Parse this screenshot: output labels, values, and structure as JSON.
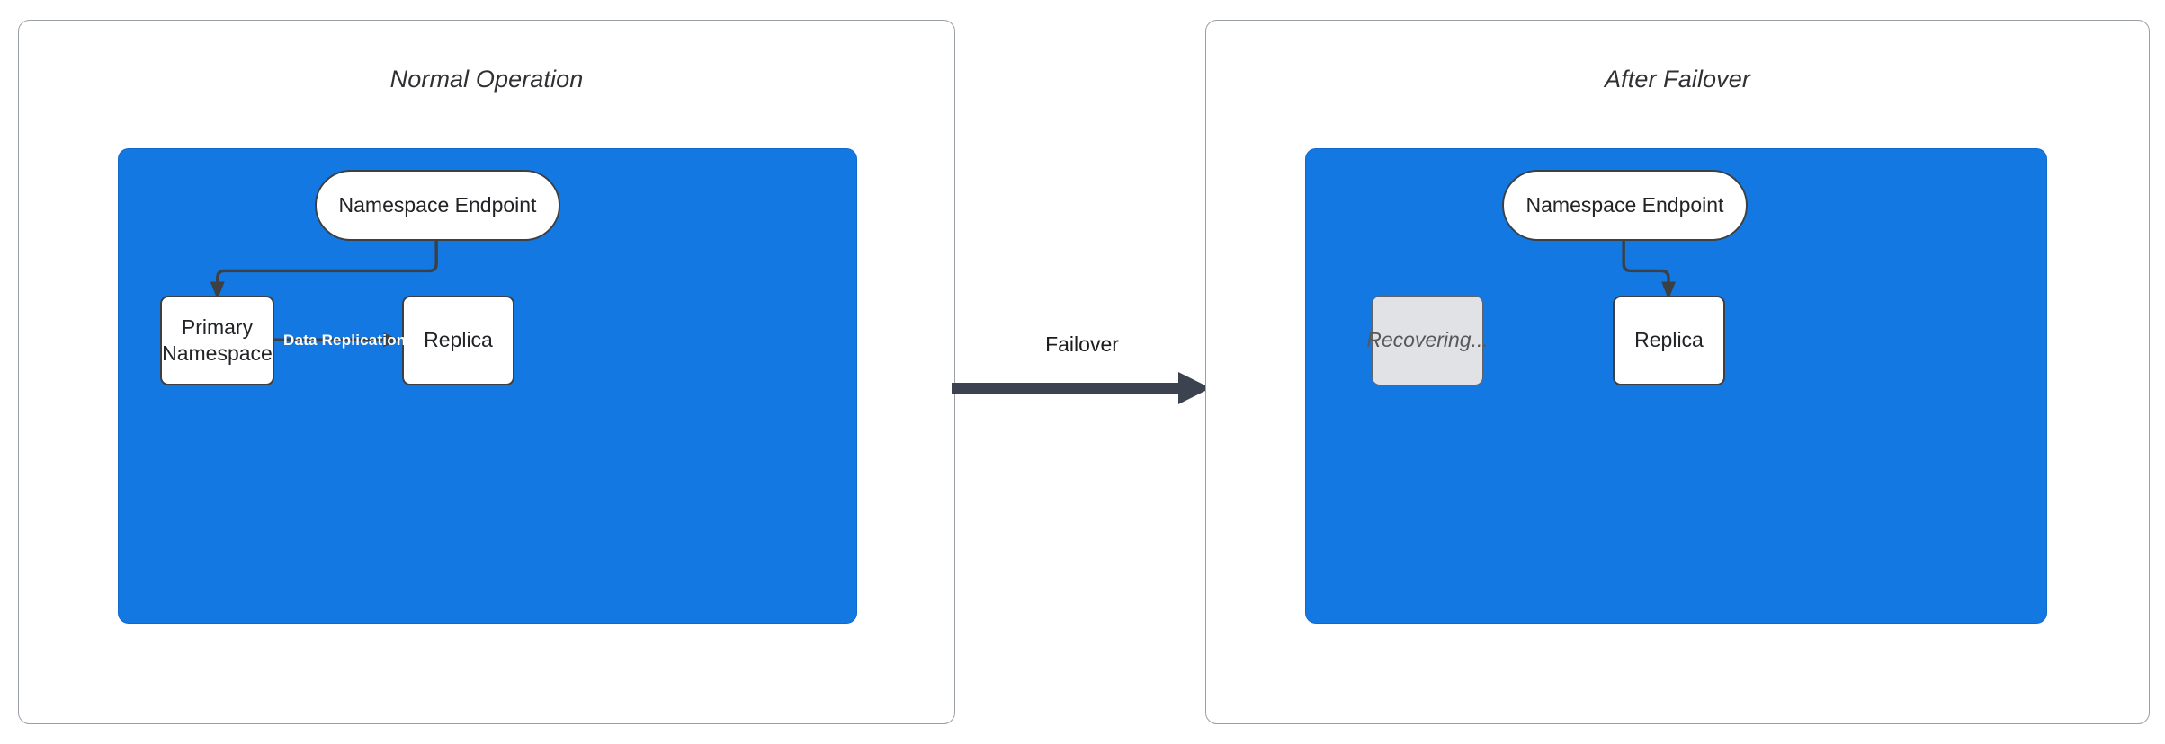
{
  "diagram": {
    "type": "flowchart",
    "background_color": "#ffffff",
    "accent_color": "#1478e3",
    "stroke_color": "#3c4043",
    "ghost_color": "#e0e2e5"
  },
  "panels": [
    {
      "id": "normal-operation",
      "title": "Normal Operation",
      "group_label": "",
      "nodes": [
        {
          "id": "endpoint",
          "label": "Namespace Endpoint",
          "shape": "stadium",
          "state": "active"
        },
        {
          "id": "primary",
          "label": "Primary\nNamespace",
          "shape": "rect",
          "state": "active"
        },
        {
          "id": "replica",
          "label": "Replica",
          "shape": "rect",
          "state": "active"
        }
      ],
      "edges": [
        {
          "from": "endpoint",
          "to": "primary",
          "label": ""
        },
        {
          "from": "primary",
          "to": "replica",
          "label": "Data Replication"
        }
      ]
    },
    {
      "id": "after-failover",
      "title": "After Failover",
      "group_label": "",
      "nodes": [
        {
          "id": "endpoint",
          "label": "Namespace Endpoint",
          "shape": "stadium",
          "state": "active"
        },
        {
          "id": "recovering",
          "label": "Recovering...",
          "shape": "rect",
          "state": "disabled"
        },
        {
          "id": "replica",
          "label": "Replica",
          "shape": "rect",
          "state": "active"
        }
      ],
      "edges": [
        {
          "from": "endpoint",
          "to": "replica",
          "label": ""
        }
      ]
    }
  ],
  "transition": {
    "label": "Failover",
    "direction": "left-to-right"
  },
  "labels": {
    "panel_left_title": "Normal Operation",
    "panel_right_title": "After Failover",
    "l_endpoint": "Namespace Endpoint",
    "l_primary_line1": "Primary",
    "l_primary_line2": "Namespace",
    "l_replica": "Replica",
    "l_replication": "Data Replication",
    "r_endpoint": "Namespace Endpoint",
    "r_recovering": "Recovering...",
    "r_replica": "Replica",
    "failover": "Failover"
  }
}
